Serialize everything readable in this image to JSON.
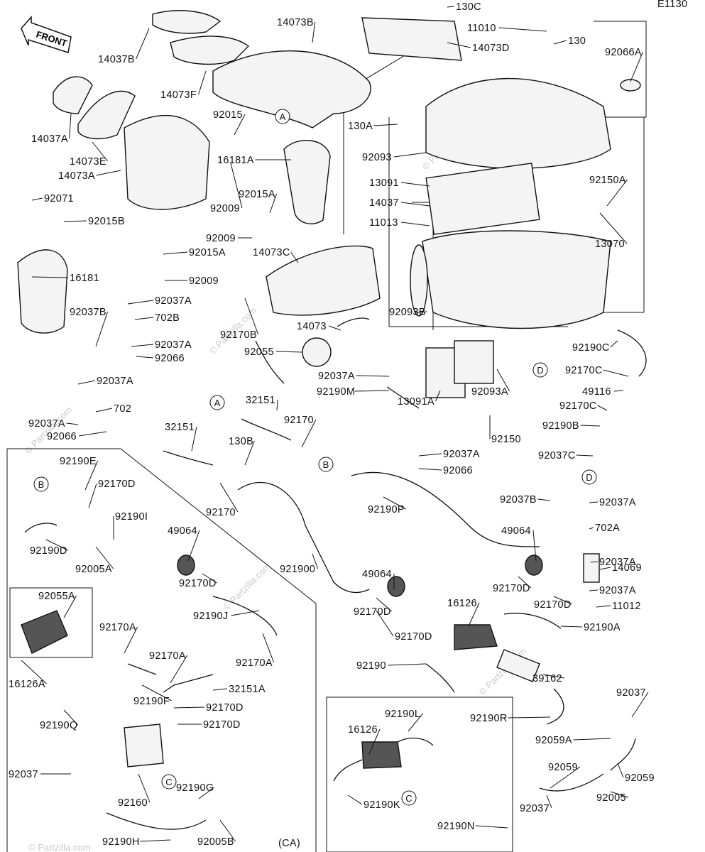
{
  "diagram_code": "E1130",
  "front_label": "FRONT",
  "region_label": "(CA)",
  "watermark": "© Partzilla.com",
  "callouts": [
    "A",
    "A",
    "B",
    "B",
    "C",
    "C",
    "D",
    "D"
  ],
  "parts": [
    "14073B",
    "130C",
    "11010",
    "130",
    "14037B",
    "14073D",
    "92066A",
    "14073F",
    "92015",
    "14037A",
    "130A",
    "14073E",
    "16181A",
    "92093",
    "14073A",
    "13091",
    "92150A",
    "92015A",
    "92071",
    "92009",
    "14037",
    "92015B",
    "11013",
    "13070",
    "92009",
    "92015A",
    "14073C",
    "16181",
    "92009",
    "92037A",
    "92093B",
    "92037B",
    "702B",
    "92170B",
    "14073",
    "92037A",
    "92066",
    "92055",
    "92190C",
    "92170C",
    "92037A",
    "92190M",
    "13091A",
    "92093A",
    "49116",
    "92037A",
    "32151",
    "702",
    "92170C",
    "92037A",
    "92066",
    "32151",
    "92170",
    "92190B",
    "130B",
    "92150",
    "92190E",
    "92037A",
    "92037C",
    "92066",
    "92170D",
    "92170",
    "92190P",
    "92037B",
    "92037A",
    "92190I",
    "49064",
    "49064",
    "702A",
    "92190D",
    "92005A",
    "921900",
    "49064",
    "92037A",
    "14069",
    "92170D",
    "92055A",
    "92170D",
    "92190J",
    "92170D",
    "92037A",
    "92170D",
    "11012",
    "16126",
    "92170A",
    "92170D",
    "92170A",
    "92190A",
    "92190",
    "92170A",
    "92190F",
    "32151A",
    "39162",
    "16126A",
    "92170D",
    "92037",
    "92190R",
    "92170D",
    "92190L",
    "92190Q",
    "16126",
    "92059A",
    "92037",
    "92190G",
    "92059",
    "92059",
    "92160",
    "92190K",
    "92037",
    "92005",
    "92190H",
    "92005B",
    "92190N"
  ]
}
